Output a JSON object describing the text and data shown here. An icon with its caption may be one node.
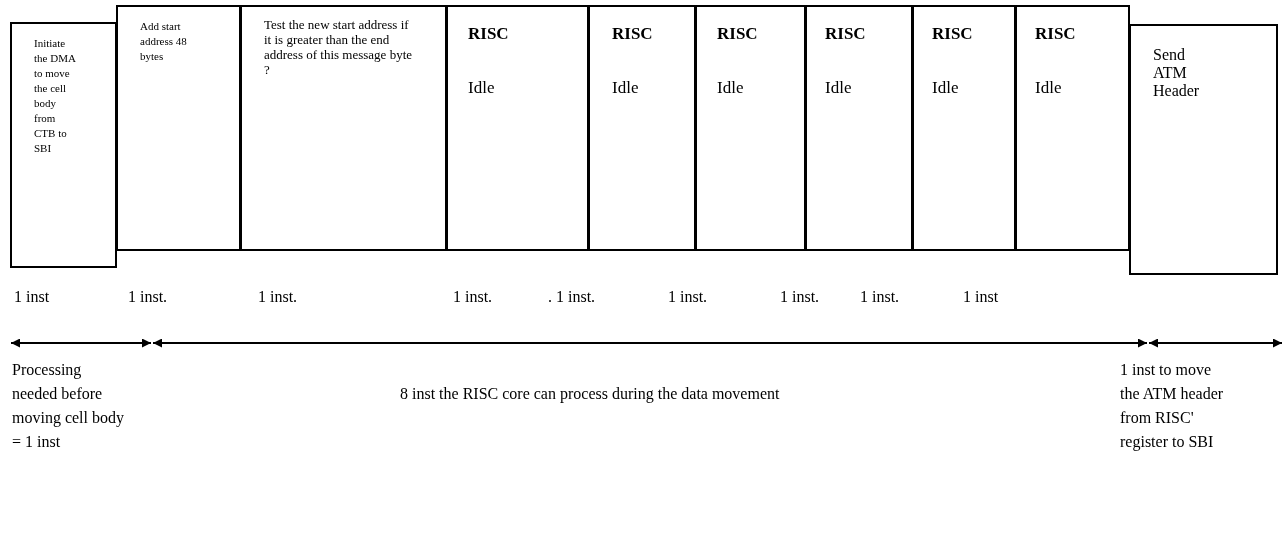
{
  "diagram": {
    "nodes": [
      {
        "text": [
          "Initiate the DMA to move the cell body from CTB to SBI"
        ],
        "beside": [
          "1 inst"
        ]
      },
      {
        "text": [
          "Add start address 48 bytes"
        ],
        "beside": [
          "1 inst."
        ]
      },
      {
        "text": [
          "Test the new start address if it is greater than the end address of this message byte ?"
        ],
        "beside": [
          "1 inst."
        ]
      },
      {
        "text": [
          "RISC",
          "Idle"
        ],
        "beside": [
          "1 inst."
        ]
      },
      {
        "text": [
          "RISC",
          "Idle"
        ],
        "beside": [
          ". 1 inst."
        ]
      },
      {
        "text": [
          "RISC",
          "Idle"
        ],
        "beside": [
          "1 inst."
        ]
      },
      {
        "text": [
          "RISC",
          "Idle"
        ],
        "beside": [
          "1 inst."
        ]
      },
      {
        "text": [
          "RISC",
          "Idle"
        ],
        "beside": [
          "1 inst."
        ]
      },
      {
        "text": [
          "RISC",
          "Idle"
        ],
        "beside": [
          "1 inst"
        ]
      },
      {
        "text": [
          "Send ATM Header"
        ]
      }
    ],
    "edges": [],
    "labels": [
      "Processing needed before moving cell body = 1 inst",
      "8 inst the RISC core can process during the data movement",
      "1 inst to move the ATM header from RISC' register to SBI"
    ]
  }
}
